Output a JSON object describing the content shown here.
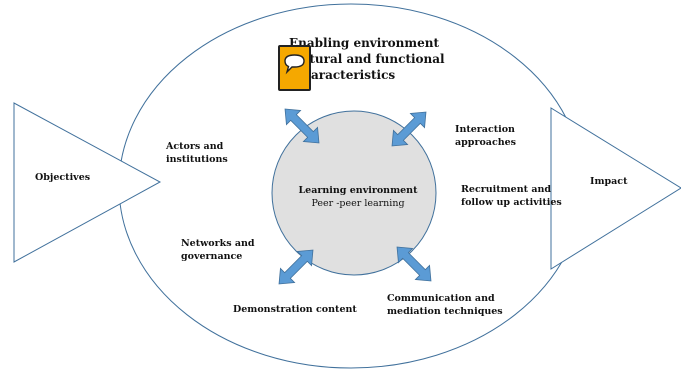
{
  "outer_title_lines": [
    "Enabling environment",
    "ructural and functional",
    "aracteristics"
  ],
  "center": {
    "title": "Learning environment",
    "subtitle": "Peer -peer learning"
  },
  "labels": {
    "objectives": "Objectives",
    "impact": "Impact",
    "actors_line1": "Actors and",
    "actors_line2": "institutions",
    "networks_line1": "Networks and",
    "networks_line2": "governance",
    "demonstration": "Demonstration content",
    "interaction_line1": "Interaction",
    "interaction_line2": "approaches",
    "recruitment_line1": "Recruitment and",
    "recruitment_line2": "follow up activities",
    "communication_line1": "Communication and",
    "communication_line2": "mediation techniques"
  },
  "icons": {
    "comment": "speech-bubble-comment-icon",
    "arrow": "double-headed-arrow-icon"
  },
  "colors": {
    "arrow_fill": "#5b9bd5",
    "arrow_stroke": "#41719c",
    "inner_circle": "#e0e0e0",
    "comment_box": "#f5a800",
    "line": "#41719c"
  }
}
